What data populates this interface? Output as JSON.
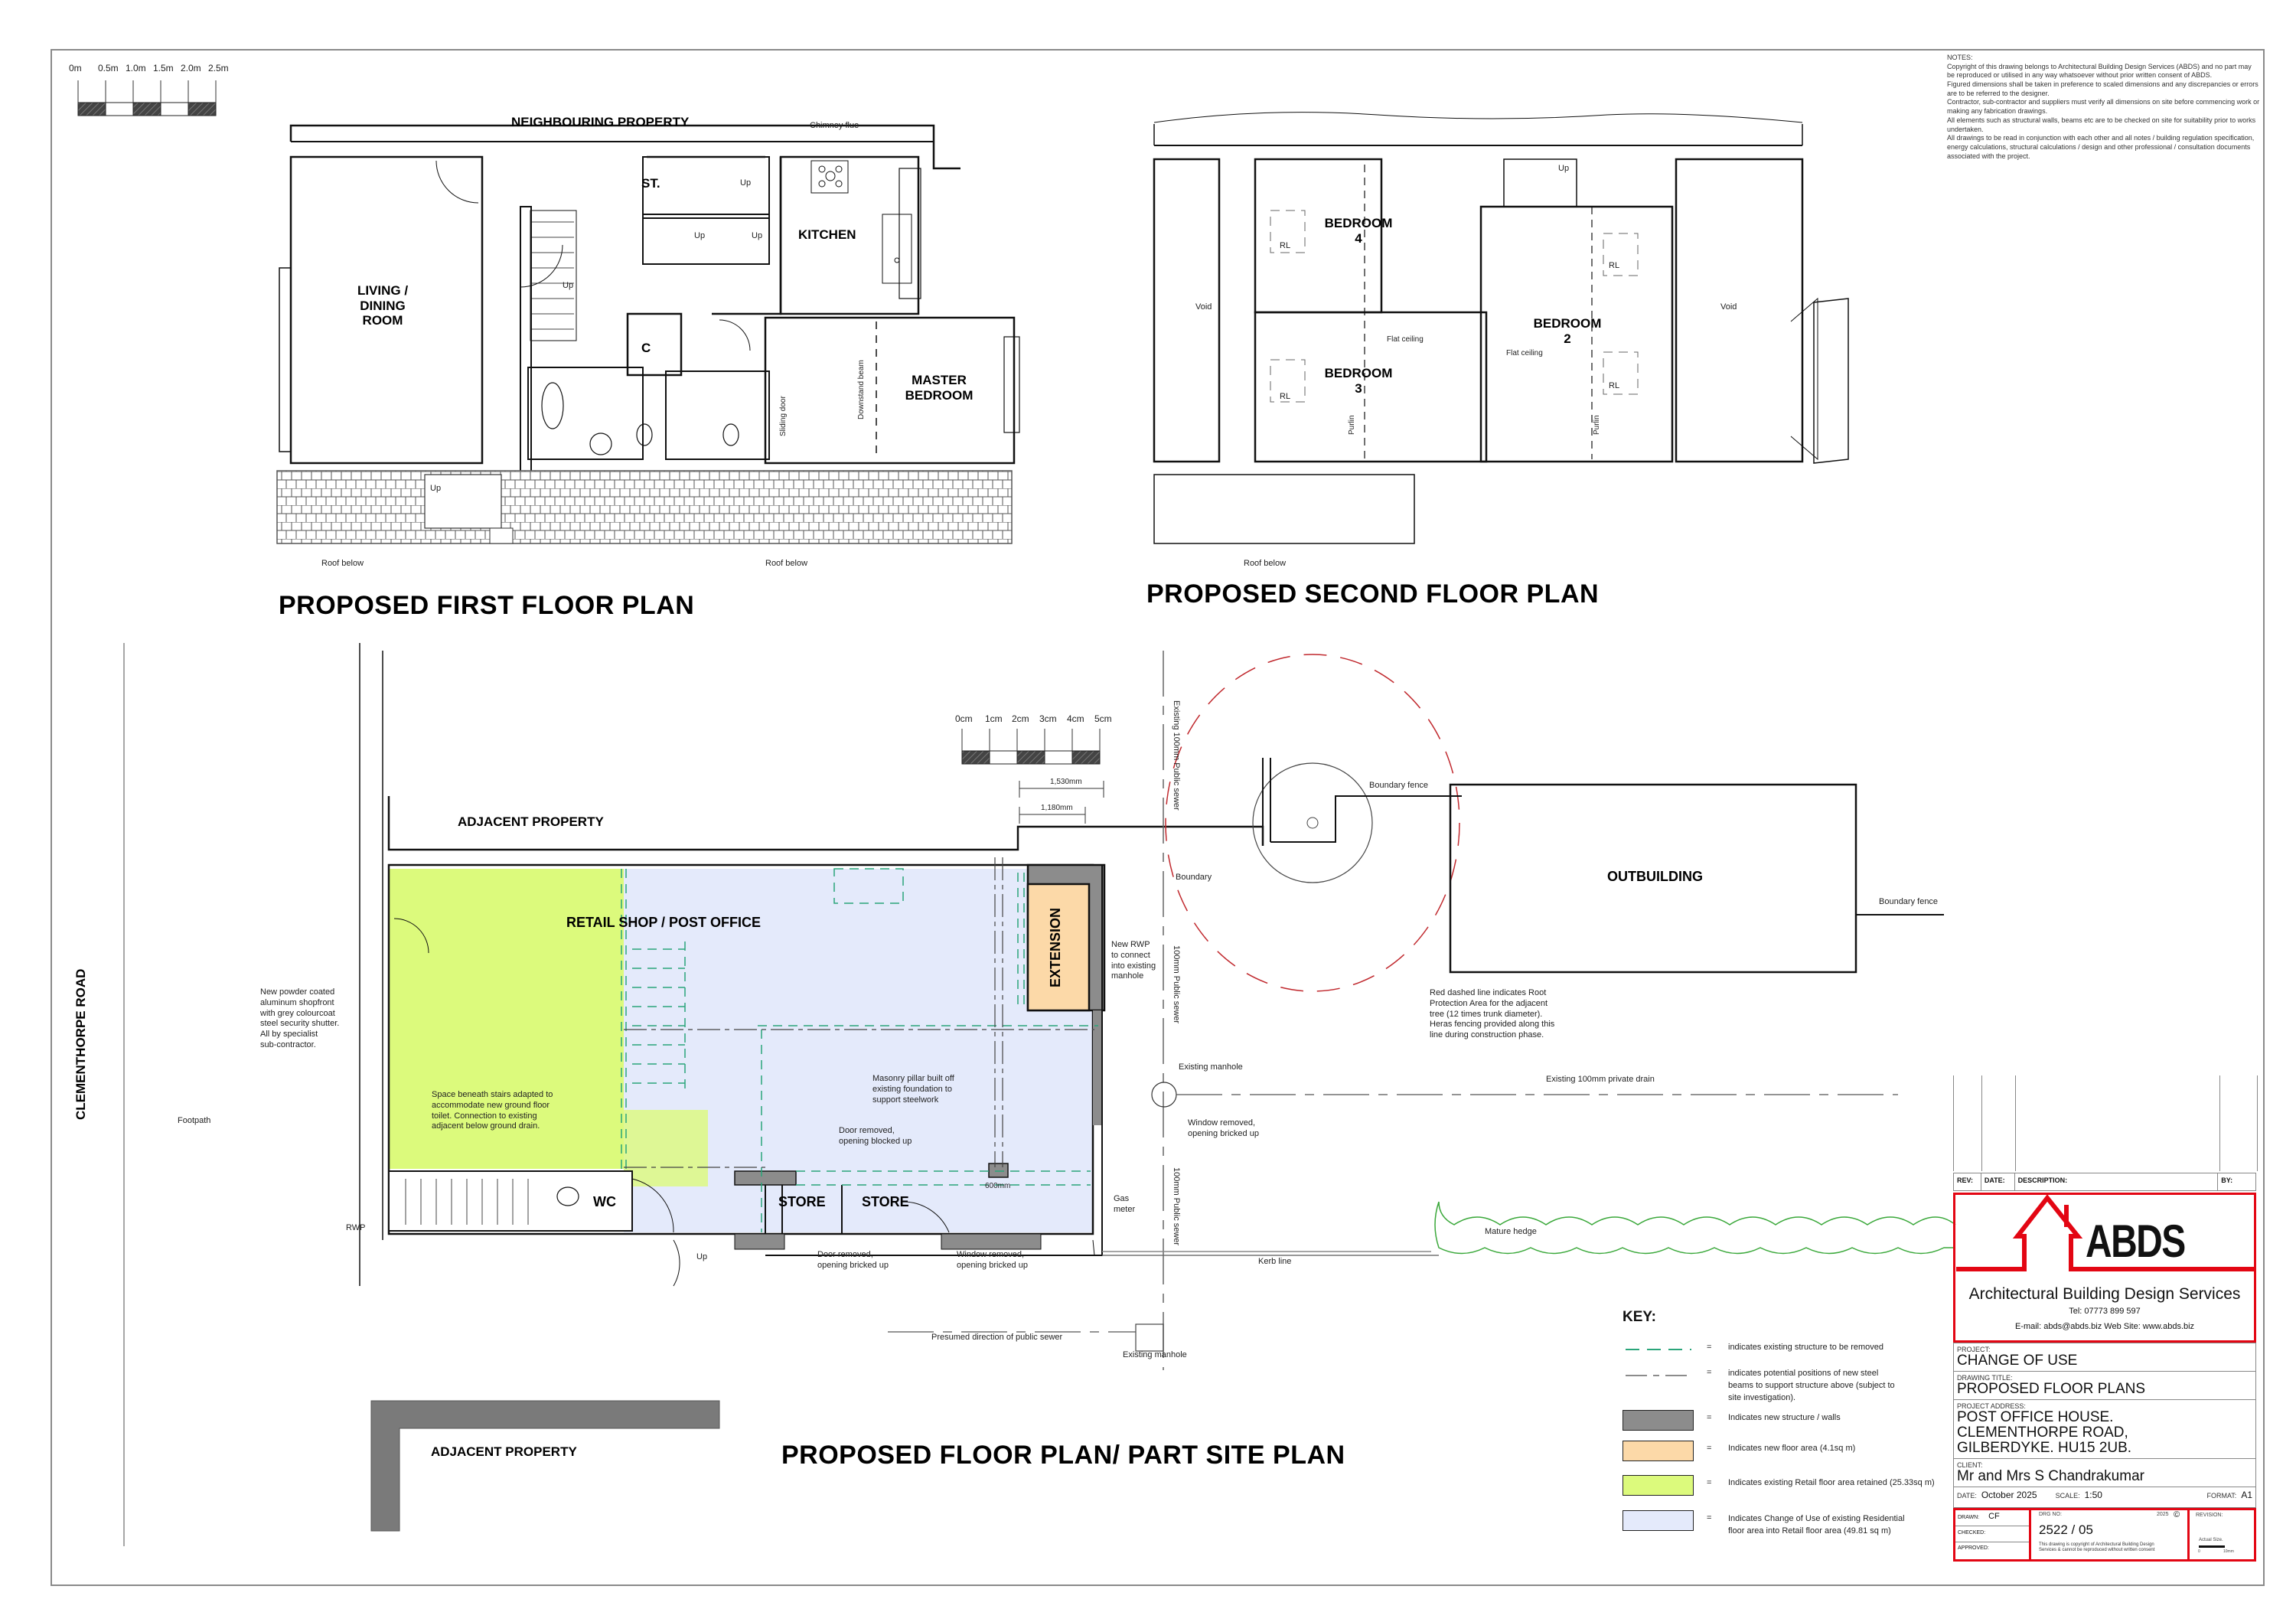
{
  "sheet": {
    "notes": {
      "heading": "NOTES:",
      "items": [
        "Copyright of this drawing belongs to Architectural Building Design Services (ABDS) and no part may be reproduced or utilised in any way whatsoever without prior written consent of ABDS.",
        "Figured dimensions shall be taken in preference to scaled dimensions and any discrepancies or errors are to be referred to the designer.",
        "Contractor, sub-contractor and suppliers must verify all dimensions on site before commencing work or making any fabrication drawings.",
        "All elements such as structural walls, beams etc are to be checked on site for suitability prior to works undertaken.",
        "All drawings to be read in conjunction with each other and all notes / building regulation specification, energy calculations, structural calculations / design and other professional / consultation documents associated with the project."
      ]
    },
    "scale_bar_m": {
      "ticks": [
        "0m",
        "0.5m",
        "1.0m",
        "1.5m",
        "2.0m",
        "2.5m"
      ]
    },
    "scale_bar_cm": {
      "ticks": [
        "0cm",
        "1cm",
        "2cm",
        "3cm",
        "4cm",
        "5cm"
      ]
    }
  },
  "first_floor": {
    "title": "PROPOSED FIRST FLOOR PLAN",
    "neighbour": "NEIGHBOURING PROPERTY",
    "chimney": "Chimney flue",
    "rooms": {
      "living": "LIVING /\nDINING\nROOM",
      "store": "ST.",
      "kitchen": "KITCHEN",
      "cupboard": "C",
      "master": "MASTER\nBEDROOM"
    },
    "labels": {
      "up": "Up",
      "sliding_door": "Sliding door",
      "downstand": "Downstand beam",
      "roof_below": "Roof below"
    }
  },
  "second_floor": {
    "title": "PROPOSED SECOND FLOOR PLAN",
    "rooms": {
      "bedroom4": "BEDROOM\n4",
      "bedroom3": "BEDROOM\n3",
      "bedroom2": "BEDROOM\n2"
    },
    "labels": {
      "void": "Void",
      "rl": "RL",
      "flat_ceiling": "Flat ceiling",
      "purlin": "Purlin",
      "up": "Up",
      "roof_below": "Roof below"
    }
  },
  "ground_floor": {
    "title": "PROPOSED FLOOR PLAN/ PART SITE PLAN",
    "road": "CLEMENTHORPE ROAD",
    "footpath": "Footpath",
    "adjacent_top": "ADJACENT PROPERTY",
    "adjacent_bottom": "ADJACENT PROPERTY",
    "rooms": {
      "retail": "RETAIL SHOP / POST OFFICE",
      "extension": "EXTENSION",
      "wc": "WC",
      "store1": "STORE",
      "store2": "STORE",
      "outbuilding": "OUTBUILDING"
    },
    "dims": {
      "d1": "1,530mm",
      "d2": "1,180mm",
      "d3": "600mm"
    },
    "annotations": {
      "shopfront": "New powder coated\naluminum shopfront\nwith grey colourcoat\nsteel security shutter.\nAll by specialist\nsub-contractor.",
      "stairs_wc": "Space beneath stairs adapted to\naccommodate new ground floor\ntoilet. Connection to existing\nadjacent below ground drain.",
      "pillar": "Masonry pillar built off\nexisting foundation to\nsupport steelwork",
      "door_blocked": "Door removed,\nopening blocked up",
      "door_bricked": "Door removed,\nopening bricked up",
      "window_bricked_bottom": "Window removed,\nopening bricked up",
      "window_bricked_side": "Window removed,\nopening bricked up",
      "new_rwp": "New RWP\nto connect\ninto existing\nmanhole",
      "gas_meter": "Gas\nmeter",
      "rwp": "RWP",
      "up": "Up",
      "existing_manhole_1": "Existing manhole",
      "existing_manhole_2": "Existing manhole",
      "public_sewer_1": "Existing 100mm Public sewer",
      "public_sewer_2": "100mm Public sewer",
      "public_sewer_3": "100mm Public sewer",
      "private_drain": "Existing 100mm private drain",
      "presumed_sewer": "Presumed direction of public sewer",
      "kerb": "Kerb line",
      "hedge": "Mature hedge",
      "boundary": "Boundary",
      "boundary_fence_1": "Boundary fence",
      "boundary_fence_2": "Boundary fence",
      "rpa": "Red dashed line indicates Root\nProtection Area for the adjacent\ntree (12 times trunk diameter).\nHeras fencing provided along this\nline during construction phase."
    }
  },
  "key": {
    "title": "KEY:",
    "eq": "=",
    "items": [
      {
        "type": "line-green-dash",
        "text": "indicates existing structure to be removed"
      },
      {
        "type": "line-dashdot",
        "text": "indicates potential positions of new steel\nbeams to support structure above (subject to\nsite investigation)."
      },
      {
        "type": "swatch",
        "color": "#8c8c8c",
        "text": "Indicates new structure / walls"
      },
      {
        "type": "swatch",
        "color": "#fcd9a8",
        "text": "Indicates new floor area (4.1sq m)"
      },
      {
        "type": "swatch",
        "color": "#dcfa7c",
        "text": "Indicates existing Retail floor area retained (25.33sq m)"
      },
      {
        "type": "swatch",
        "color": "#e4eafb",
        "text": "Indicates Change of Use of existing Residential\nfloor area into Retail floor area (49.81 sq m)"
      }
    ]
  },
  "title_block": {
    "rev_headers": {
      "rev": "REV:",
      "date": "DATE:",
      "description": "DESCRIPTION:",
      "by": "BY:"
    },
    "logo_text": "ABDS",
    "company": "Architectural Building Design Services",
    "tel": "Tel:  07773 899 597",
    "contact": "E-mail:  abds@abds.biz    Web Site:  www.abds.biz",
    "project_cap": "PROJECT:",
    "project": "CHANGE OF USE",
    "drawing_title_cap": "DRAWING TITLE:",
    "drawing_title": "PROPOSED FLOOR PLANS",
    "address_cap": "PROJECT ADDRESS:",
    "address": "POST OFFICE HOUSE.\nCLEMENTHORPE ROAD,\nGILBERDYKE. HU15 2UB.",
    "client_cap": "CLIENT:",
    "client": "Mr and Mrs S Chandrakumar",
    "date_cap": "DATE:",
    "date": "October 2025",
    "scale_cap": "SCALE:",
    "scale": "1:50",
    "format_cap": "FORMAT:",
    "format": "A1",
    "drawn_cap": "DRAWN:",
    "drawn": "CF",
    "checked_cap": "CHECKED:",
    "approved_cap": "APPROVED:",
    "drg_cap": "DRG NO:",
    "drg_no": "2522 / 05",
    "copyright_year": "2025",
    "copyright_symbol": "©",
    "copyright_text": "This drawing is copyright of Architectural Building Design\nServices & cannot be reproduced without written consent",
    "revision_cap": "REVISION:",
    "actual_size": "Actual Size.",
    "actual_0": "0",
    "actual_10": "10mm"
  },
  "colors": {
    "retail_retained": "#dcfa7c",
    "change_of_use": "#e4eafb",
    "new_floor": "#fcd9a8",
    "new_walls": "#8c8c8c",
    "removed_line": "#2aa57a",
    "rpa_red": "#c0282d",
    "brand_red": "#e30613"
  }
}
